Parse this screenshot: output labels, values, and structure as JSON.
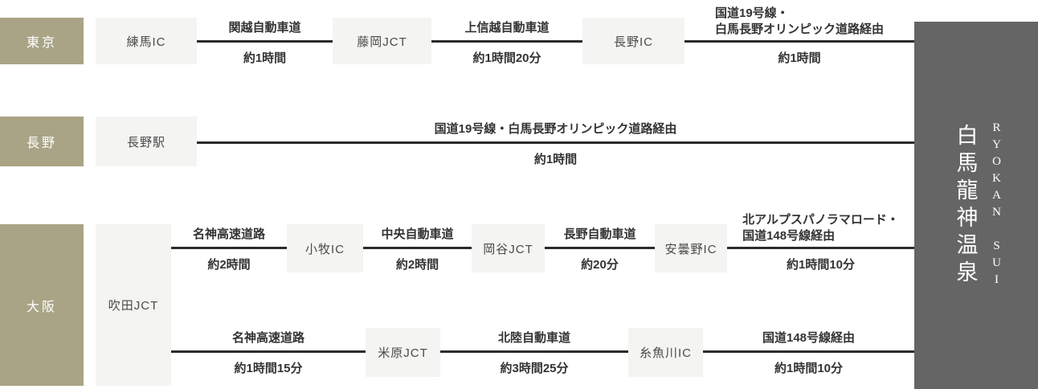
{
  "colors": {
    "origin_box_bg": "#a9a486",
    "station_box_bg": "#f4f4f2",
    "route_line": "#2b2b2b",
    "label_text": "#333333",
    "banner_bg": "#656566",
    "banner_text": "#ffffff"
  },
  "banner": {
    "name_ja": "白馬龍神温泉",
    "name_en": "RYOKAN SUI"
  },
  "tokyo": {
    "origin": "東京",
    "stations": [
      "練馬IC",
      "藤岡JCT",
      "長野IC"
    ],
    "segments": [
      {
        "road": "関越自動車道",
        "time": "約1時間"
      },
      {
        "road": "上信越自動車道",
        "time": "約1時間20分"
      },
      {
        "road": "国道19号線・\n白馬長野オリンピック道路経由",
        "time": "約1時間"
      }
    ]
  },
  "nagano": {
    "origin": "長野",
    "stations": [
      "長野駅"
    ],
    "segments": [
      {
        "road": "国道19号線・白馬長野オリンピック道路経由",
        "time": "約1時間"
      }
    ]
  },
  "osaka": {
    "origin": "大阪",
    "hub": "吹田JCT",
    "branch_a": {
      "stations": [
        "小牧IC",
        "岡谷JCT",
        "安曇野IC"
      ],
      "segments": [
        {
          "road": "名神高速道路",
          "time": "約2時間"
        },
        {
          "road": "中央自動車道",
          "time": "約2時間"
        },
        {
          "road": "長野自動車道",
          "time": "約20分"
        },
        {
          "road": "北アルプスパノラマロード・\n国道148号線経由",
          "time": "約1時間10分"
        }
      ]
    },
    "branch_b": {
      "stations": [
        "米原JCT",
        "糸魚川IC"
      ],
      "segments": [
        {
          "road": "名神高速道路",
          "time": "約1時間15分"
        },
        {
          "road": "北陸自動車道",
          "time": "約3時間25分"
        },
        {
          "road": "国道148号線経由",
          "time": "約1時間10分"
        }
      ]
    }
  }
}
